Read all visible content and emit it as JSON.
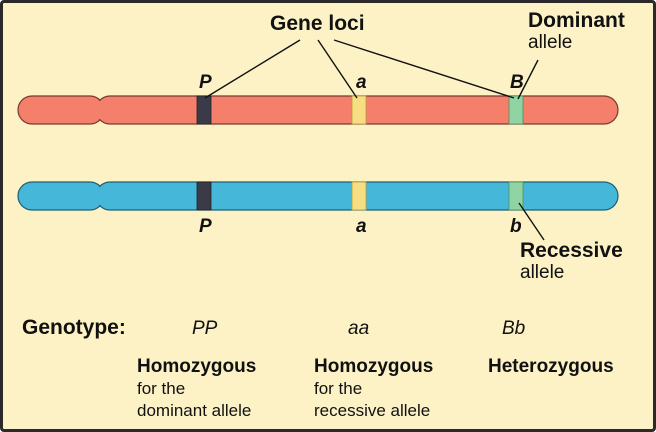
{
  "labels": {
    "gene_loci": "Gene loci",
    "dominant": {
      "line1": "Dominant",
      "line2": "allele"
    },
    "recessive": {
      "line1": "Recessive",
      "line2": "allele"
    }
  },
  "chromosome_top": {
    "color": "#f47f6b",
    "alleles": [
      "P",
      "a",
      "B"
    ]
  },
  "chromosome_bottom": {
    "color": "#45b8da",
    "alleles": [
      "P",
      "a",
      "b"
    ]
  },
  "band_colors": {
    "p": "#3a3a48",
    "a": "#f7de82",
    "b": "#8fd4a2"
  },
  "genotype": {
    "label": "Genotype:",
    "values": [
      "PP",
      "aa",
      "Bb"
    ]
  },
  "descriptions": [
    {
      "title": "Homozygous",
      "line1": "for the",
      "line2": "dominant allele"
    },
    {
      "title": "Homozygous",
      "line1": "for the",
      "line2": "recessive allele"
    },
    {
      "title": "Heterozygous",
      "line1": "",
      "line2": ""
    }
  ]
}
